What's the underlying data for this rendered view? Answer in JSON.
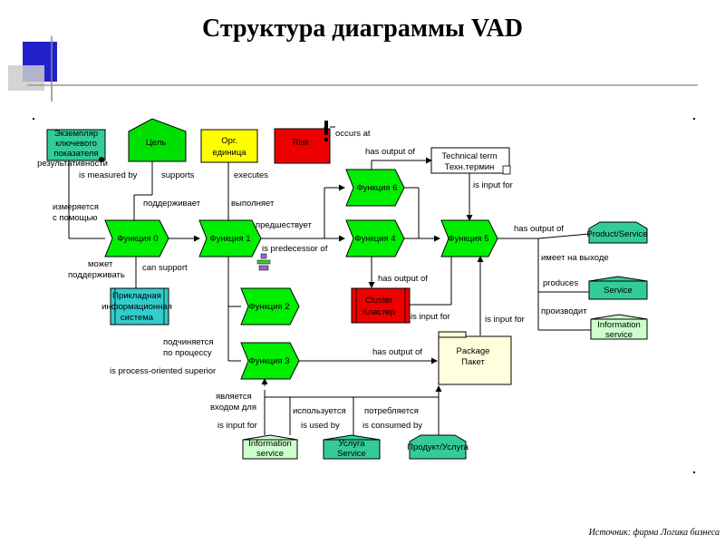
{
  "title": "Структура диаграммы VAD",
  "source": "Источник: фирма Логика бизнеса",
  "colors": {
    "function": "#00ee00",
    "goal": "#00e000",
    "org": "#ffff00",
    "risk": "#ee0000",
    "cluster": "#ee0000",
    "app": "#33cccc",
    "kpi": "#33cc99",
    "product": "#33cc99",
    "info": "#ccffcc",
    "package": "#ffffdd",
    "term": "#ffffff"
  },
  "nodes": {
    "kpi": "Экземпляр ключевого показателя результативности",
    "goal": "Цель",
    "org": [
      "Орг.",
      "единица"
    ],
    "risk": "Risk",
    "term": [
      "Technical term",
      "Техн.термин"
    ],
    "f0": "Функция 0",
    "f1": "Функция 1",
    "f2": "Функция 2",
    "f3": "Функция 3",
    "f4": "Функция 4",
    "f5": "Функция 5",
    "f6": "Функция 6",
    "app": [
      "Прикладная",
      "информационная",
      "система"
    ],
    "cluster": [
      "Cluster",
      "Кластер"
    ],
    "package": [
      "Package",
      "Пакет"
    ],
    "product_service": "Product/Service",
    "service": "Service",
    "information_service_right": [
      "Information",
      "service"
    ],
    "information_service_bottom": [
      "Information",
      "service"
    ],
    "uslugi_service": [
      "Услуга",
      "Service"
    ],
    "product_usluga": "Продукт/Услуга"
  },
  "labels": {
    "occurs_at": "occurs at",
    "has_output_of_term": "has output of",
    "is_measured_by": "is measured by",
    "supports": "supports",
    "executes": "executes",
    "izmeryaetsya": [
      "измеряется",
      "с помощью"
    ],
    "podderzhivaet": "поддерживает",
    "vypolnyaet": "выполняет",
    "is_input_for_term": "is input for",
    "predshestvuet": "предшествует",
    "is_predecessor_of": "is predecessor of",
    "has_output_of_product": "has output of",
    "imeet_na_vyhode": "имеет на выходе",
    "produces": "produces",
    "proizvodit": "производит",
    "mozhet": [
      "может",
      "поддерживать"
    ],
    "can_support": "can support",
    "has_output_of_cluster": "has output of",
    "is_input_for_cluster": "is input for",
    "is_input_for_package": "is input for",
    "podchinyaetsya": [
      "подчиняется",
      "по процессу"
    ],
    "is_process_oriented_superior": "is process-oriented superior",
    "has_output_of_package": "has output of",
    "yavlyaetsya": [
      "является",
      "входом для"
    ],
    "is_input_for_bottom": "is input for",
    "ispolzuetsya": "используется",
    "is_used_by": "is used by",
    "potreblyaetsya": "потребляется",
    "is_consumed_by": "is consumed by"
  }
}
